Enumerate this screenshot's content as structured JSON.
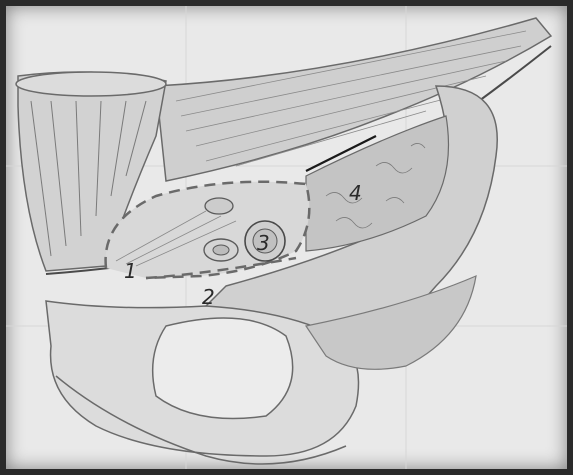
{
  "labels": {
    "one": "1",
    "two": "2",
    "three": "3",
    "four": "4"
  },
  "colors": {
    "paper": "#e9e9e9",
    "pencil": "#5a5a5a",
    "dark_pencil": "#2a2a2a",
    "shade": "#bdbdbd",
    "frame": "#2a2a2a"
  }
}
